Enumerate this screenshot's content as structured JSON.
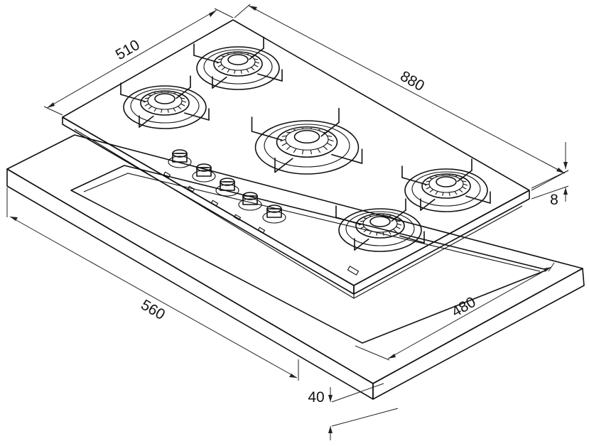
{
  "dimensions": {
    "hob_depth": "510",
    "hob_width": "880",
    "glass_thickness": "8",
    "cutout_width": "560",
    "cutout_depth": "480",
    "cutout_depth_offset": "40"
  },
  "appliance": {
    "burner_count": 5,
    "knob_count": 5
  }
}
